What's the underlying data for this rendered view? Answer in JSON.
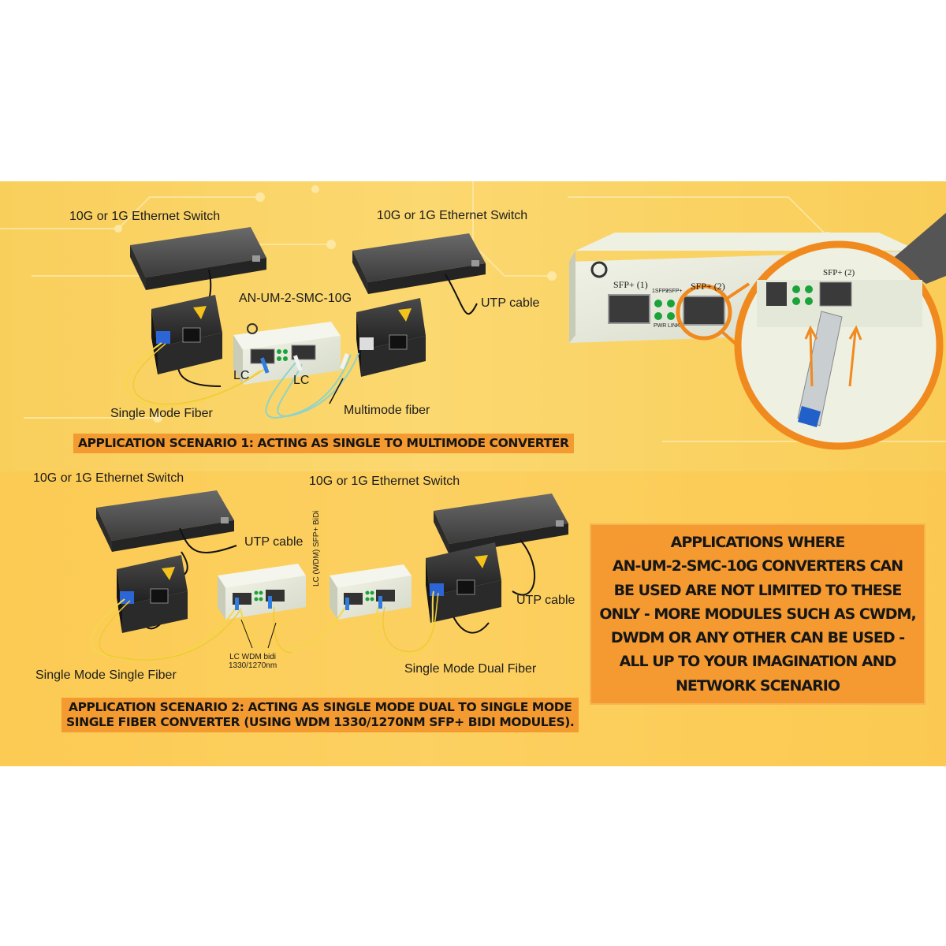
{
  "colors": {
    "background": "#fbd56a",
    "banner": "#f39a30",
    "note_box": "#f49a31",
    "switch": "#3a3a3a",
    "converter": "#e4e8d9",
    "fiber_single_mode": "#f5d74a",
    "fiber_multimode": "#8fd3c8",
    "highlight_circle": "#f08a1e"
  },
  "scenario1": {
    "switch_left_label": "10G or 1G Ethernet Switch",
    "switch_right_label": "10G or 1G Ethernet Switch",
    "converter_label": "AN-UM-2-SMC-10G",
    "utp_label": "UTP cable",
    "lc_left_label": "LC",
    "lc_right_label": "LC",
    "single_mode_label": "Single Mode Fiber",
    "multimode_label": "Multimode fiber",
    "banner": "APPLICATION SCENARIO 1: ACTING AS SINGLE TO MULTIMODE CONVERTER"
  },
  "closeup": {
    "port1_label": "SFP+ (1)",
    "port2_label": "SFP+ (2)",
    "port2_zoom_label": "SFP+ (2)",
    "led_labels": [
      "1SFP+",
      "2SFP+",
      "PWR",
      "LINK"
    ]
  },
  "scenario2": {
    "switch_left_label": "10G or 1G Ethernet Switch",
    "switch_right_label": "10G or 1G Ethernet Switch",
    "utp_left_label": "UTP cable",
    "utp_right_label": "UTP cable",
    "wdm_vertical_label": "LC (WDM) SFP+ BiDi",
    "wdm_bidi_label": "LC WDM bidi\n1330/1270nm",
    "single_fiber_label": "Single Mode Single Fiber",
    "dual_fiber_label": "Single Mode Dual Fiber",
    "banner_line1": "APPLICATION SCENARIO 2: ACTING AS SINGLE MODE DUAL TO SINGLE MODE",
    "banner_line2": "SINGLE FIBER CONVERTER (USING WDM 1330/1270NM SFP+ BIDI MODULES)."
  },
  "note": {
    "lines": [
      "APPLICATIONS WHERE",
      "AN-UM-2-SMC-10G CONVERTERS CAN",
      "BE USED ARE NOT LIMITED TO THESE",
      "ONLY - MORE MODULES SUCH AS CWDM,",
      "DWDM OR ANY OTHER CAN BE USED -",
      "ALL UP TO YOUR IMAGINATION AND",
      "NETWORK SCENARIO"
    ]
  }
}
